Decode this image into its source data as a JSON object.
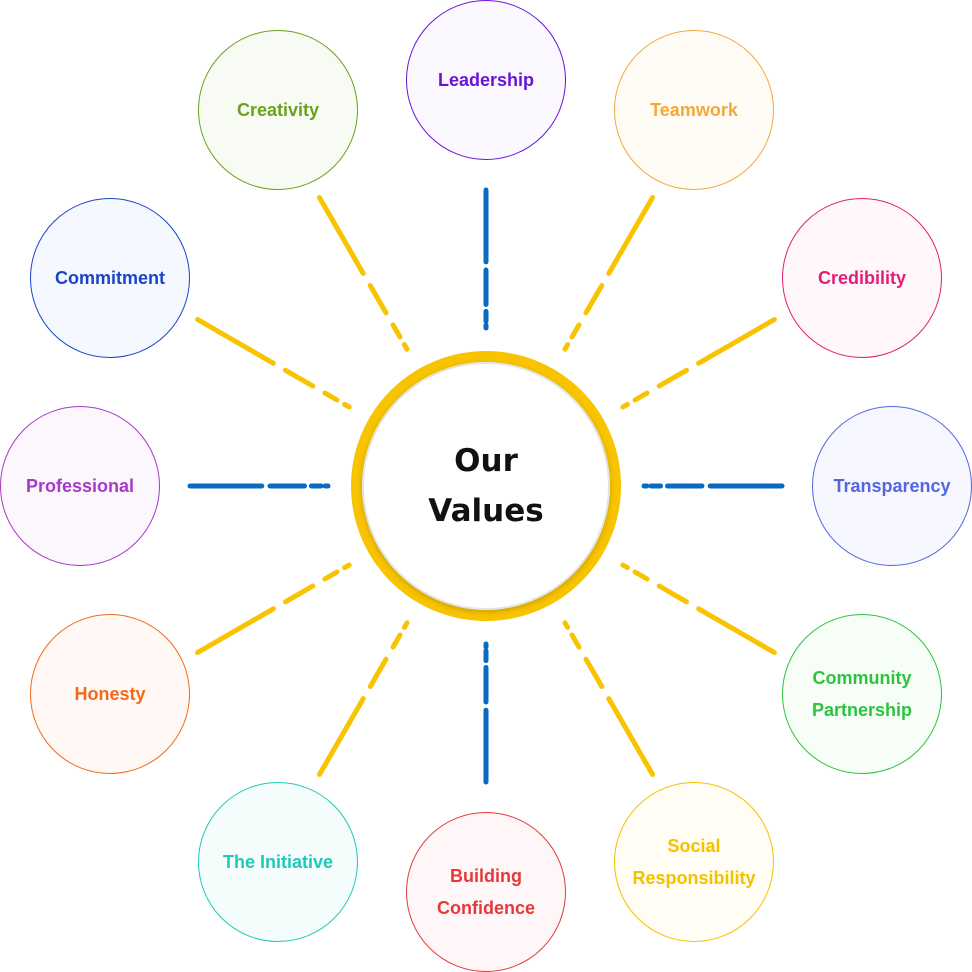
{
  "center": {
    "line1": "Our",
    "line2": "Values"
  },
  "values": [
    {
      "label": "Leadership",
      "color": "#6a14d8"
    },
    {
      "label": "Teamwork",
      "color": "#f3a83a"
    },
    {
      "label": "Credibility",
      "color": "#e01e74"
    },
    {
      "label": "Transparency",
      "color": "#5467e0"
    },
    {
      "label": "Community\nPartnership",
      "color": "#2ec33e"
    },
    {
      "label": "Social\nResponsibility",
      "color": "#f5c000"
    },
    {
      "label": "Building\nConfidence",
      "color": "#e23a3a"
    },
    {
      "label": "The Initiative",
      "color": "#22c8b8"
    },
    {
      "label": "Honesty",
      "color": "#f26a1c"
    },
    {
      "label": "Professional",
      "color": "#a63ac8"
    },
    {
      "label": "Commitment",
      "color": "#1a44c8"
    },
    {
      "label": "Creativity",
      "color": "#6aa21e"
    }
  ],
  "ray_colors": {
    "axis": "#0a6abf",
    "diagonal": "#f8c400"
  }
}
